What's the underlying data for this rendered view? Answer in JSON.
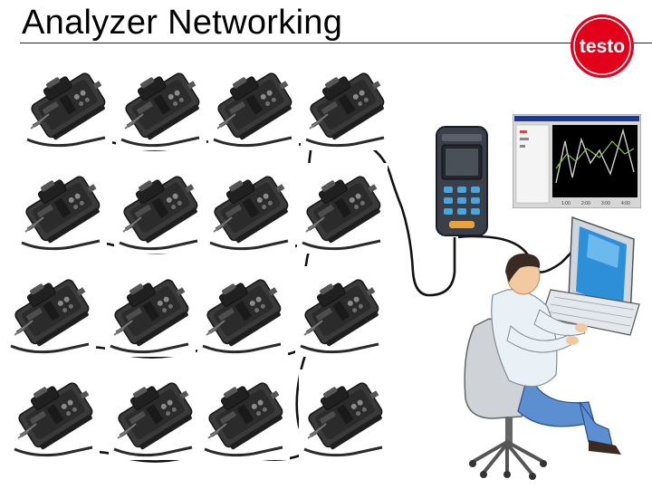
{
  "slide": {
    "title": "Analyzer Networking",
    "logo_text": "testo",
    "brand_color": "#e2001a"
  },
  "analyzers": {
    "rows": 4,
    "columns": 4,
    "count": 16,
    "icon": "flue-gas-analyzer-unit"
  },
  "control_unit": {
    "icon": "handheld-control-unit"
  },
  "software_window": {
    "icon": "graph-software-window",
    "axis_ticks": [
      "1:00",
      "2:00",
      "3:00",
      "4:00"
    ]
  },
  "operator": {
    "icon": "person-at-computer"
  }
}
